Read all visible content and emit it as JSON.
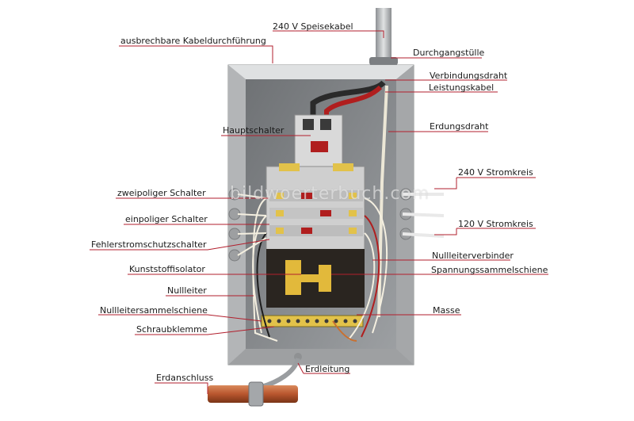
{
  "labels": {
    "speisekabel": "240 V Speisekabel",
    "kabeldurchfuehrung": "ausbrechbare Kabeldurchführung",
    "durchgangstuelle": "Durchgangstülle",
    "verbindungsdraht": "Verbindungsdraht",
    "leistungskabel": "Leistungskabel",
    "hauptschalter": "Hauptschalter",
    "erdungsdraht": "Erdungsdraht",
    "stromkreis240": "240 V Stromkreis",
    "zweipolig": "zweipoliger Schalter",
    "einpolig": "einpoliger Schalter",
    "stromkreis120": "120 V Stromkreis",
    "fehlerstrom": "Fehlerstromschutzschalter",
    "nullleiterverbinder": "Nullleiterverbinder",
    "kunststoffisolator": "Kunststoffisolator",
    "spannungsschiene": "Spannungssammelschiene",
    "nullleiter": "Nullleiter",
    "nullleiterschiene": "Nullleitersammelschiene",
    "masse": "Masse",
    "schraubklemme": "Schraubklemme",
    "erdleitung": "Erdleitung",
    "erdanschluss": "Erdanschluss"
  },
  "watermark": "bildwoerterbuch.com",
  "colors": {
    "box": "#c9cbcc",
    "box_inner": "#8c8f92",
    "copper": "#b8562e",
    "insulator": "#2a2520",
    "busbar": "#e2b93b",
    "leader": "#b21f2d"
  }
}
